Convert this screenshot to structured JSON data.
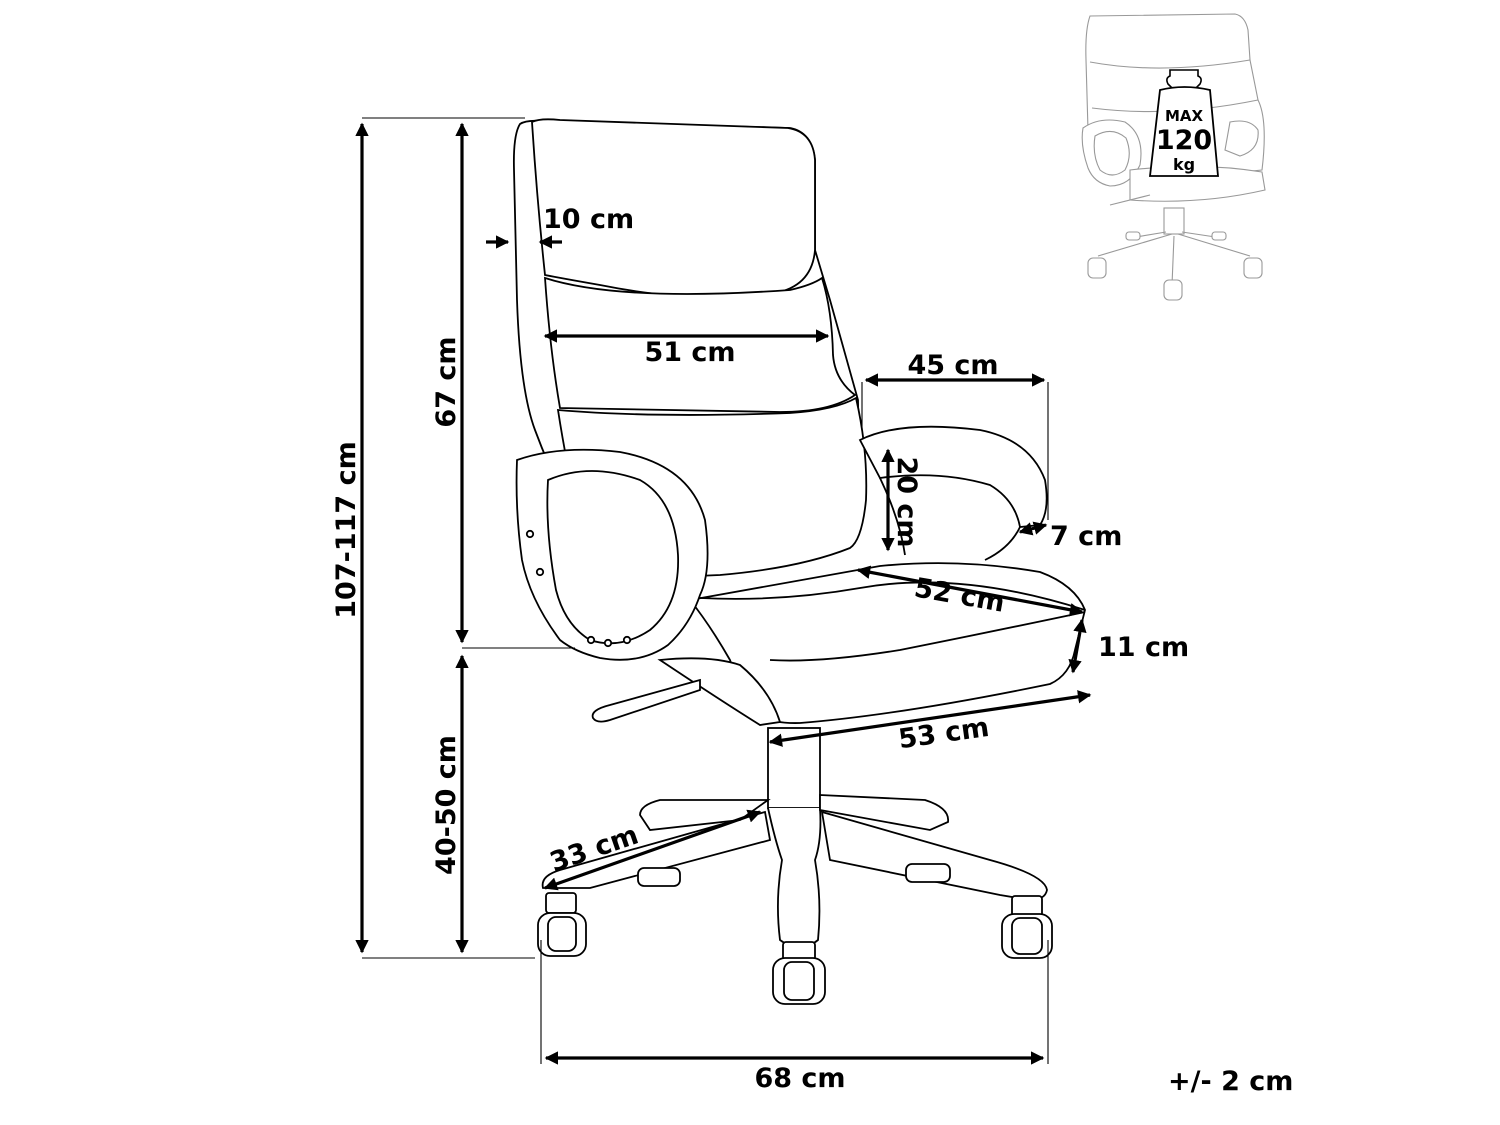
{
  "dimensions": {
    "total_height": "107-117 cm",
    "backrest_height": "67 cm",
    "seat_height": "40-50 cm",
    "backrest_thickness": "10 cm",
    "backrest_width": "51 cm",
    "armrest_length": "45 cm",
    "armrest_height": "20 cm",
    "armrest_width": "7 cm",
    "seat_depth": "52 cm",
    "seat_thickness": "11 cm",
    "seat_width": "53 cm",
    "base_leg": "33 cm",
    "base_width": "68 cm"
  },
  "tolerance": "+/- 2 cm",
  "max_load": {
    "label": "MAX",
    "value": "120",
    "unit": "kg"
  },
  "colors": {
    "line": "#000000",
    "thumbnail": "#999999"
  }
}
